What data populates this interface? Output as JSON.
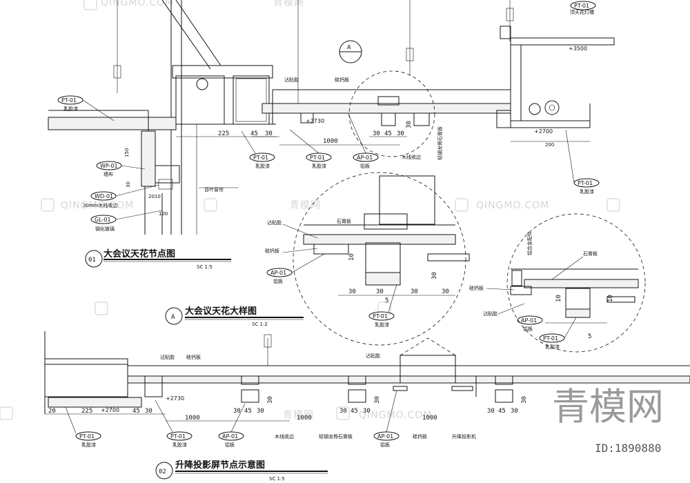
{
  "watermark": {
    "brand_cn": "青模网",
    "brand_en": "QINGMO.COM",
    "id_text": "ID:1890880"
  },
  "labels": {
    "pt01": "PT-01",
    "latex": "乳胶漆",
    "wp01": "WP-01",
    "wallcloth": "墙布",
    "wd01": "WD-01",
    "wood_trim": "30mm木线收边",
    "gl01": "GL-01",
    "glass": "钢化玻璃",
    "ap01": "AP-01",
    "aluminum": "铝板",
    "wood_edge": "木线收边",
    "light_steel": "轻钢龙骨石膏板",
    "blinds": "百叶窗帘",
    "adhesive": "沾贴胶",
    "calcium": "硅钙板",
    "gypsum": "石膏板",
    "al_fitting": "铝合金配件",
    "lamp_slot": "顶天花灯槽",
    "projector": "升降投影机",
    "section_a": "A"
  },
  "levels": {
    "l2730": "+2730",
    "l2700": "+2700",
    "l3500": "+3500"
  },
  "dims": {
    "d225": "225",
    "d45": "45",
    "d30": "30",
    "d1000": "1000",
    "d5": "5",
    "d200": "200",
    "d150": "150",
    "d100": "100",
    "d10": "10",
    "d2010": "2010",
    "d20": "20"
  },
  "titles": {
    "t1_num": "01",
    "t1": "大会议天花节点图",
    "t1_scale": "SC    1:5",
    "tA_num": "A",
    "tA": "大会议天花大样图",
    "tA_scale": "SC    1:2",
    "t2_num": "02",
    "t2": "升降投影屏节点示意图",
    "t2_scale": "SC    1:5"
  }
}
